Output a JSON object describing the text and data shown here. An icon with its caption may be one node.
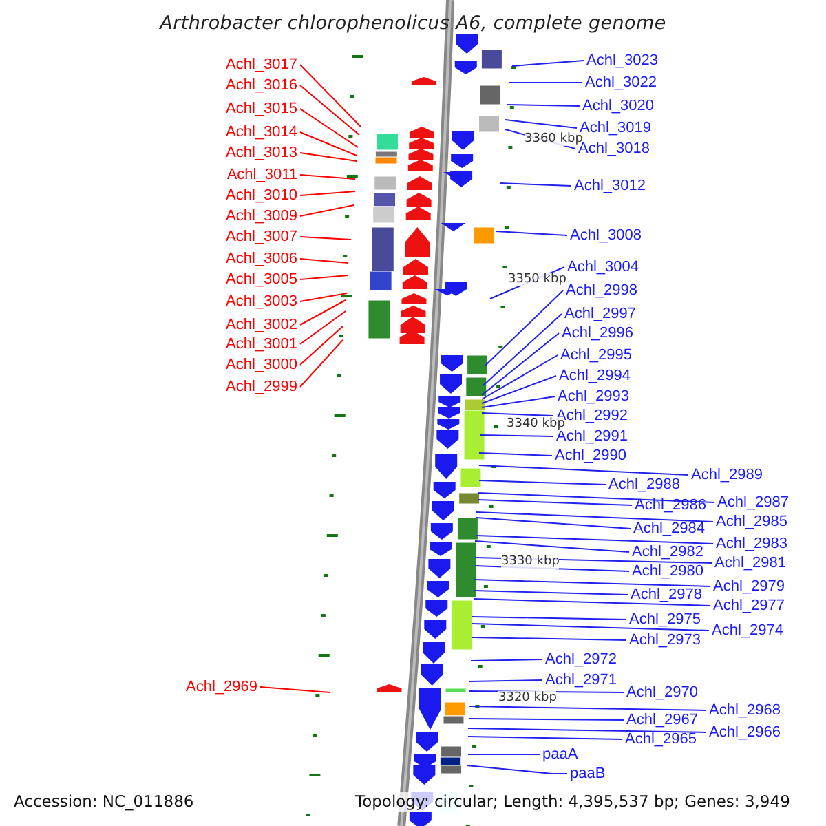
{
  "diagram": {
    "title": "Arthrobacter chlorophenolicus A6, complete genome",
    "nodes": [
      {
        "text": [
          "Achl_3017"
        ]
      },
      {
        "text": [
          "Achl_3016"
        ]
      },
      {
        "text": [
          "Achl_3015"
        ]
      },
      {
        "text": [
          "Achl_3014"
        ]
      },
      {
        "text": [
          "Achl_3013"
        ]
      },
      {
        "text": [
          "Achl_3011"
        ]
      },
      {
        "text": [
          "Achl_3010"
        ]
      },
      {
        "text": [
          "Achl_3009"
        ]
      },
      {
        "text": [
          "Achl_3007"
        ]
      },
      {
        "text": [
          "Achl_3006"
        ]
      },
      {
        "text": [
          "Achl_3005"
        ]
      },
      {
        "text": [
          "Achl_3003"
        ]
      },
      {
        "text": [
          "Achl_3002"
        ]
      },
      {
        "text": [
          "Achl_3001"
        ]
      },
      {
        "text": [
          "Achl_3000"
        ]
      },
      {
        "text": [
          "Achl_2999"
        ]
      },
      {
        "text": [
          "Achl_2969"
        ]
      },
      {
        "text": [
          "Achl_3023"
        ]
      },
      {
        "text": [
          "Achl_3022"
        ]
      },
      {
        "text": [
          "Achl_3020"
        ]
      },
      {
        "text": [
          "Achl_3019"
        ]
      },
      {
        "text": [
          "Achl_3018"
        ]
      },
      {
        "text": [
          "Achl_3012"
        ]
      },
      {
        "text": [
          "Achl_3008"
        ]
      },
      {
        "text": [
          "Achl_3004"
        ]
      },
      {
        "text": [
          "Achl_2998"
        ]
      },
      {
        "text": [
          "Achl_2997"
        ]
      },
      {
        "text": [
          "Achl_2996"
        ]
      },
      {
        "text": [
          "Achl_2995"
        ]
      },
      {
        "text": [
          "Achl_2994"
        ]
      },
      {
        "text": [
          "Achl_2993"
        ]
      },
      {
        "text": [
          "Achl_2992"
        ]
      },
      {
        "text": [
          "Achl_2991"
        ]
      },
      {
        "text": [
          "Achl_2990"
        ]
      },
      {
        "text": [
          "Achl_2989"
        ]
      },
      {
        "text": [
          "Achl_2988"
        ]
      },
      {
        "text": [
          "Achl_2987"
        ]
      },
      {
        "text": [
          "Achl_2986"
        ]
      },
      {
        "text": [
          "Achl_2985"
        ]
      },
      {
        "text": [
          "Achl_2984"
        ]
      },
      {
        "text": [
          "Achl_2983"
        ]
      },
      {
        "text": [
          "Achl_2982"
        ]
      },
      {
        "text": [
          "Achl_2981"
        ]
      },
      {
        "text": [
          "Achl_2980"
        ]
      },
      {
        "text": [
          "Achl_2979"
        ]
      },
      {
        "text": [
          "Achl_2978"
        ]
      },
      {
        "text": [
          "Achl_2977"
        ]
      },
      {
        "text": [
          "Achl_2975"
        ]
      },
      {
        "text": [
          "Achl_2974"
        ]
      },
      {
        "text": [
          "Achl_2973"
        ]
      },
      {
        "text": [
          "Achl_2972"
        ]
      },
      {
        "text": [
          "Achl_2971"
        ]
      },
      {
        "text": [
          "Achl_2970"
        ]
      },
      {
        "text": [
          "Achl_2968"
        ]
      },
      {
        "text": [
          "Achl_2967"
        ]
      },
      {
        "text": [
          "Achl_2966"
        ]
      },
      {
        "text": [
          "Achl_2965"
        ]
      },
      {
        "text": [
          "paaA"
        ]
      },
      {
        "text": [
          "paaB"
        ]
      }
    ],
    "edges": [
      {
        "from": 0,
        "to": null,
        "arrow": "none",
        "color": "#ff0000"
      },
      {
        "from": 1,
        "to": null,
        "arrow": "none",
        "color": "#ff0000"
      },
      {
        "from": 2,
        "to": null,
        "arrow": "none",
        "color": "#ff0000"
      },
      {
        "from": 3,
        "to": null,
        "arrow": "none",
        "color": "#ff0000"
      },
      {
        "from": 4,
        "to": null,
        "arrow": "none",
        "color": "#ff0000"
      },
      {
        "from": 5,
        "to": null,
        "arrow": "none",
        "color": "#ff0000"
      },
      {
        "from": 6,
        "to": null,
        "arrow": "none",
        "color": "#ff0000"
      },
      {
        "from": 7,
        "to": null,
        "arrow": "none",
        "color": "#ff0000"
      },
      {
        "from": 8,
        "to": null,
        "arrow": "none",
        "color": "#ff0000"
      },
      {
        "from": 9,
        "to": null,
        "arrow": "none",
        "color": "#ff0000"
      },
      {
        "from": 10,
        "to": null,
        "arrow": "none",
        "color": "#ff0000"
      },
      {
        "from": 11,
        "to": null,
        "arrow": "none",
        "color": "#ff0000"
      },
      {
        "from": 12,
        "to": null,
        "arrow": "none",
        "color": "#ff0000"
      },
      {
        "from": 13,
        "to": null,
        "arrow": "none",
        "color": "#ff0000"
      },
      {
        "from": 14,
        "to": null,
        "arrow": "none",
        "color": "#ff0000"
      },
      {
        "from": 15,
        "to": null,
        "arrow": "none",
        "color": "#ff0000"
      },
      {
        "from": 16,
        "to": null,
        "arrow": "none",
        "color": "#ff0000"
      },
      {
        "from": 17,
        "to": null,
        "arrow": "none"
      },
      {
        "from": 18,
        "to": null,
        "arrow": "none"
      },
      {
        "from": 19,
        "to": null,
        "arrow": "none"
      },
      {
        "from": 20,
        "to": null,
        "arrow": "none"
      },
      {
        "from": 21,
        "to": null,
        "arrow": "none"
      },
      {
        "from": 22,
        "to": null,
        "arrow": "none"
      },
      {
        "from": 23,
        "to": null,
        "arrow": "none"
      },
      {
        "from": 24,
        "to": null,
        "arrow": "none"
      },
      {
        "from": 25,
        "to": null,
        "arrow": "none"
      },
      {
        "from": 26,
        "to": null,
        "arrow": "none"
      },
      {
        "from": 27,
        "to": null,
        "arrow": "none"
      },
      {
        "from": 28,
        "to": null,
        "arrow": "none"
      },
      {
        "from": 29,
        "to": null,
        "arrow": "none"
      },
      {
        "from": 30,
        "to": null,
        "arrow": "none"
      },
      {
        "from": 31,
        "to": null,
        "arrow": "none"
      },
      {
        "from": 32,
        "to": null,
        "arrow": "none"
      },
      {
        "from": 33,
        "to": null,
        "arrow": "none"
      },
      {
        "from": 34,
        "to": null,
        "arrow": "none"
      },
      {
        "from": 35,
        "to": null,
        "arrow": "none"
      },
      {
        "from": 36,
        "to": null,
        "arrow": "none"
      },
      {
        "from": 37,
        "to": null,
        "arrow": "none"
      },
      {
        "from": 38,
        "to": null,
        "arrow": "none"
      },
      {
        "from": 39,
        "to": null,
        "arrow": "none"
      },
      {
        "from": 40,
        "to": null,
        "arrow": "none"
      },
      {
        "from": 41,
        "to": null,
        "arrow": "none"
      },
      {
        "from": 42,
        "to": null,
        "arrow": "none"
      },
      {
        "from": 43,
        "to": null,
        "arrow": "none"
      },
      {
        "from": 44,
        "to": null,
        "arrow": "none"
      },
      {
        "from": 45,
        "to": null,
        "arrow": "none"
      },
      {
        "from": 46,
        "to": null,
        "arrow": "none"
      },
      {
        "from": 47,
        "to": null,
        "arrow": "none"
      },
      {
        "from": 48,
        "to": null,
        "arrow": "none"
      },
      {
        "from": 49,
        "to": null,
        "arrow": "none"
      },
      {
        "from": 50,
        "to": null,
        "arrow": "none"
      },
      {
        "from": 51,
        "to": null,
        "arrow": "none"
      },
      {
        "from": 52,
        "to": null,
        "arrow": "none"
      },
      {
        "from": 53,
        "to": null,
        "arrow": "none"
      },
      {
        "from": 54,
        "to": null,
        "arrow": "none"
      },
      {
        "from": 55,
        "to": null,
        "arrow": "none"
      },
      {
        "from": 56,
        "to": null,
        "arrow": "none"
      },
      {
        "from": 57,
        "to": null,
        "arrow": "none"
      },
      {
        "from": 58,
        "to": null,
        "arrow": "none"
      }
    ],
    "labels": [
      "3360 kbp",
      "3350 kbp",
      "3340 kbp",
      "3330 kbp",
      "3320 kbp",
      "Accession: NC_011886",
      "Topology: circular; Length: 4,395,537 bp; Genes: 3,949"
    ]
  }
}
